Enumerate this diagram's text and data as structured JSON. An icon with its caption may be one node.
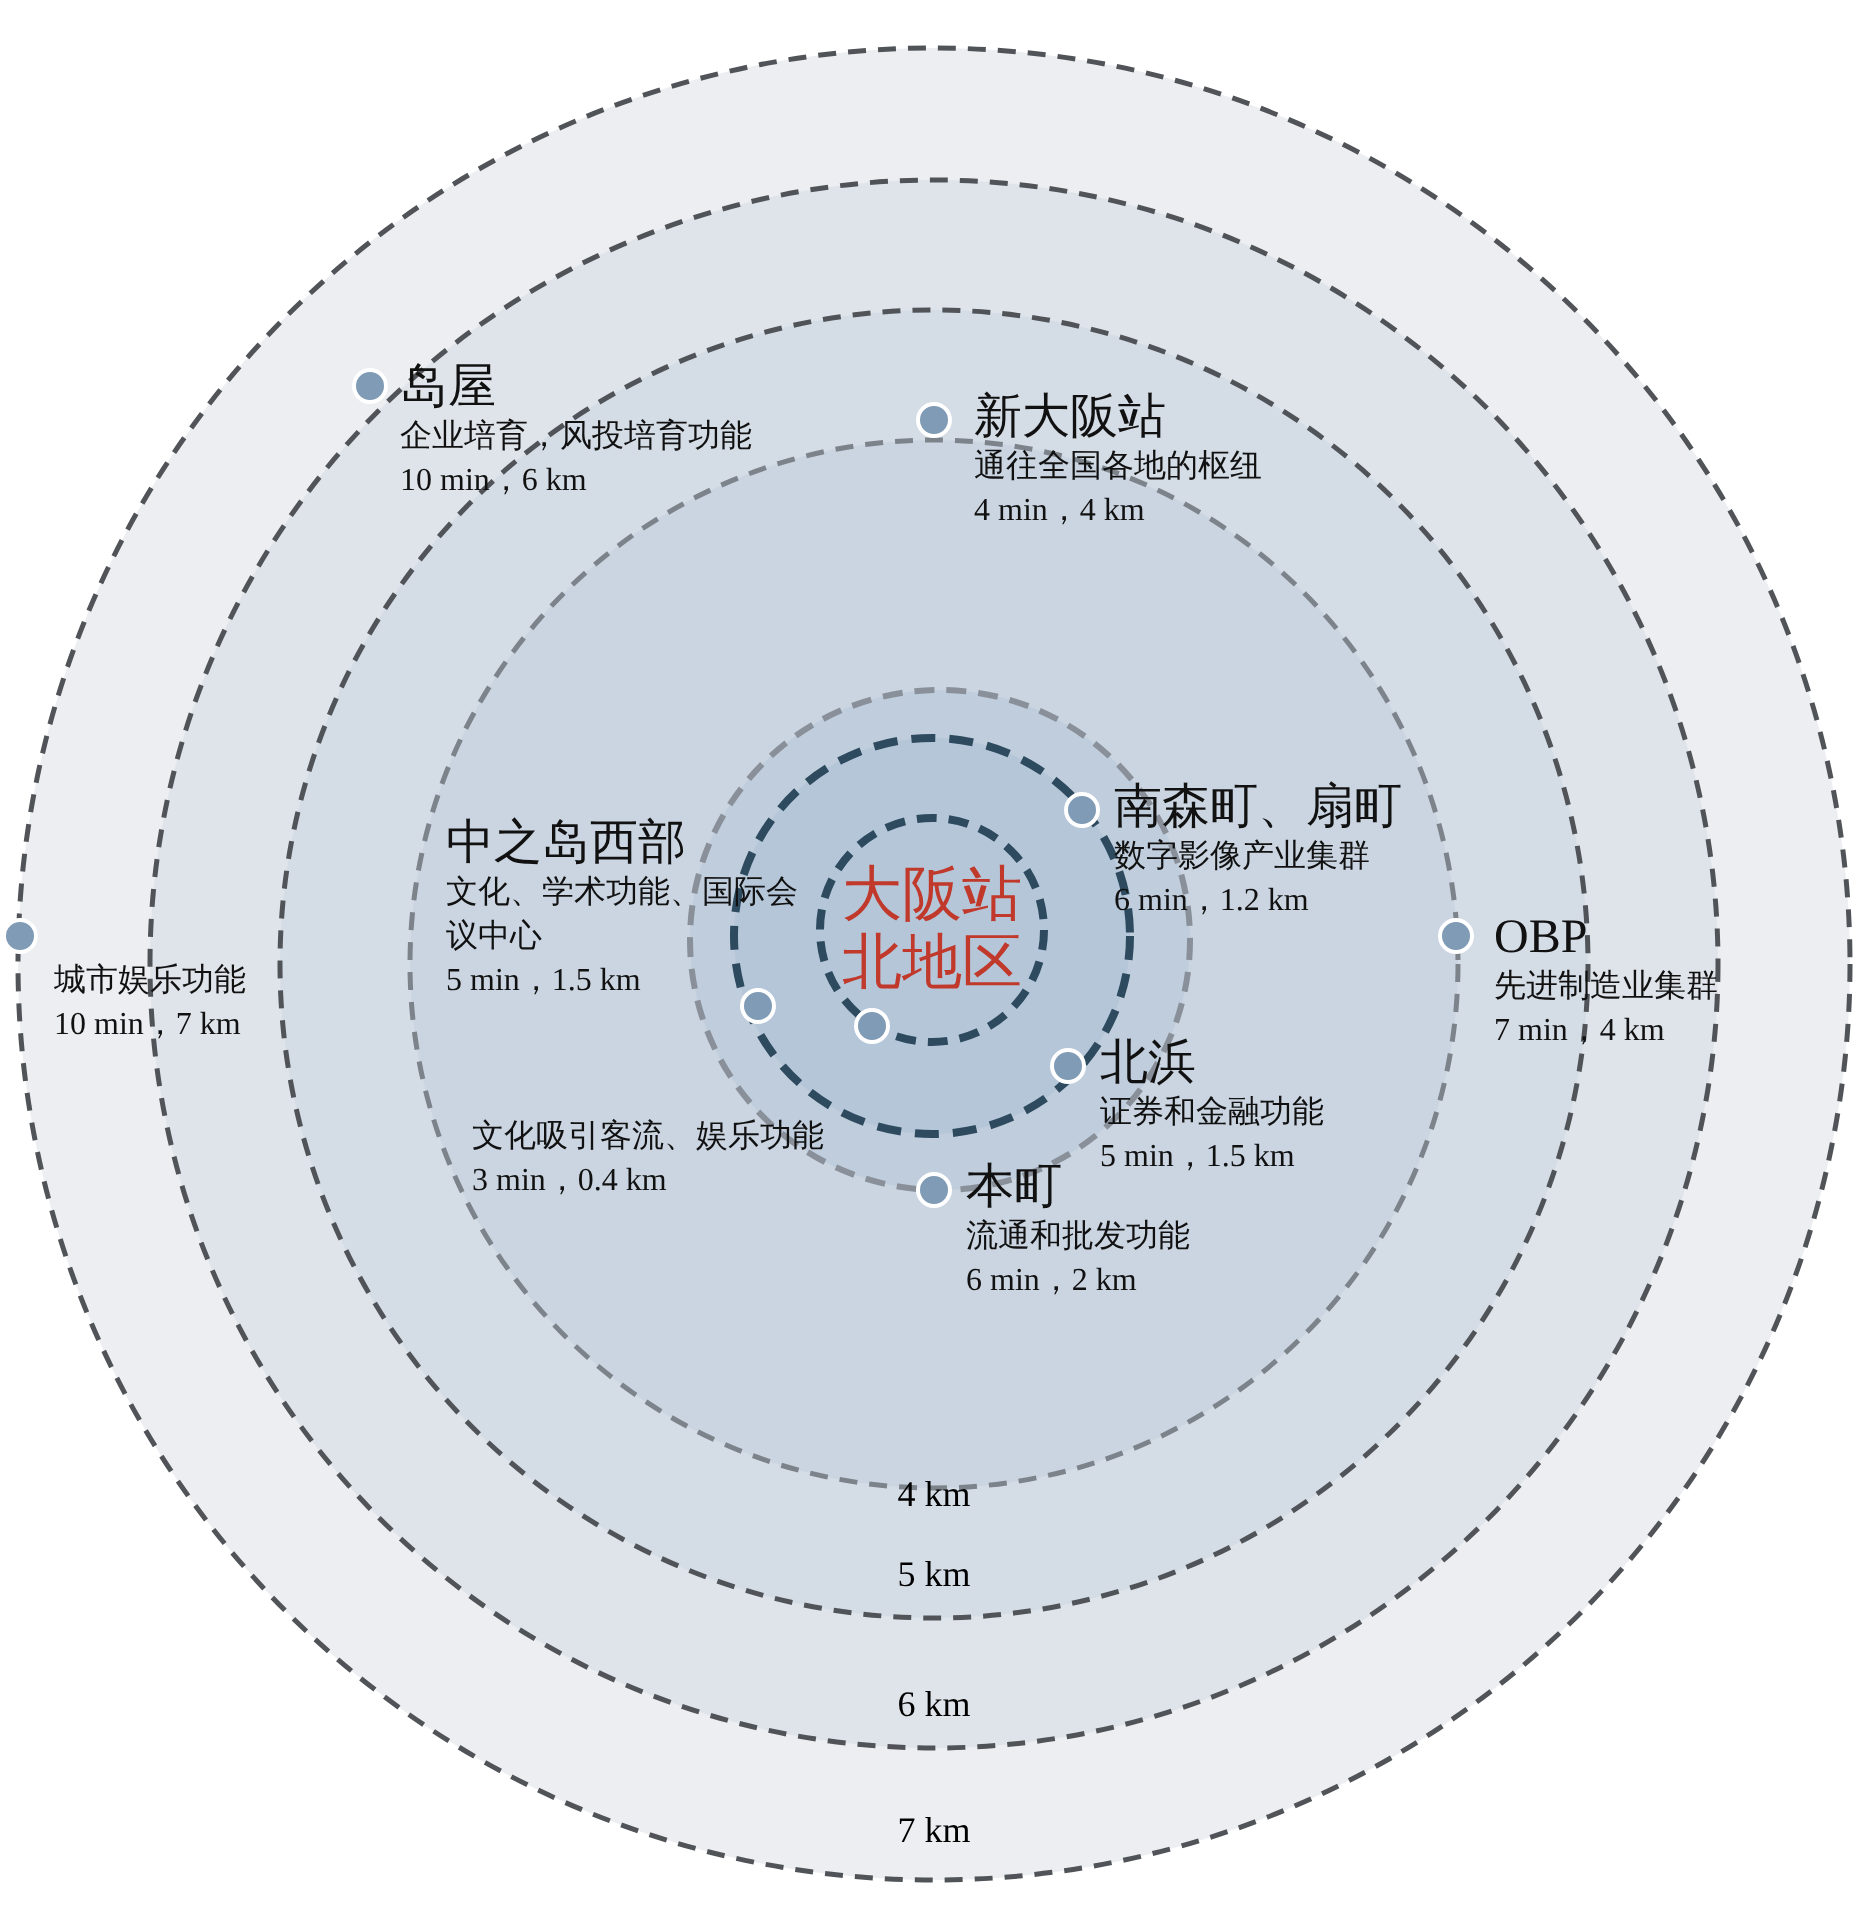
{
  "diagram": {
    "nodes": [
      {
        "text": [
          "大阪站北地区"
        ]
      },
      {
        "text": [
          "岛屋",
          "企业培育，风投培育功能",
          "10 min，6 km"
        ]
      },
      {
        "text": [
          "新大阪站",
          "通往全国各地的枢纽",
          "4 min，4 km"
        ]
      },
      {
        "text": [
          "南森町、扇町",
          "数字影像产业集群",
          "6 min，1.2 km"
        ]
      },
      {
        "text": [
          "中之岛西部",
          "文化、学术功能、国际会议中心",
          "5 min，1.5 km"
        ]
      },
      {
        "text": [
          "城市娱乐功能",
          "10 min，7 km"
        ]
      },
      {
        "text": [
          "OBP",
          "先进制造业集群",
          "7 min，4 km"
        ]
      },
      {
        "text": [
          "文化吸引客流、娱乐功能",
          "3 min，0.4 km"
        ]
      },
      {
        "text": [
          "北浜",
          "证券和金融功能",
          "5 min，1.5 km"
        ]
      },
      {
        "text": [
          "本町",
          "流通和批发功能",
          "6 min，2 km"
        ]
      }
    ],
    "labels": [
      "4 km",
      "5 km",
      "6 km",
      "7 km"
    ]
  }
}
